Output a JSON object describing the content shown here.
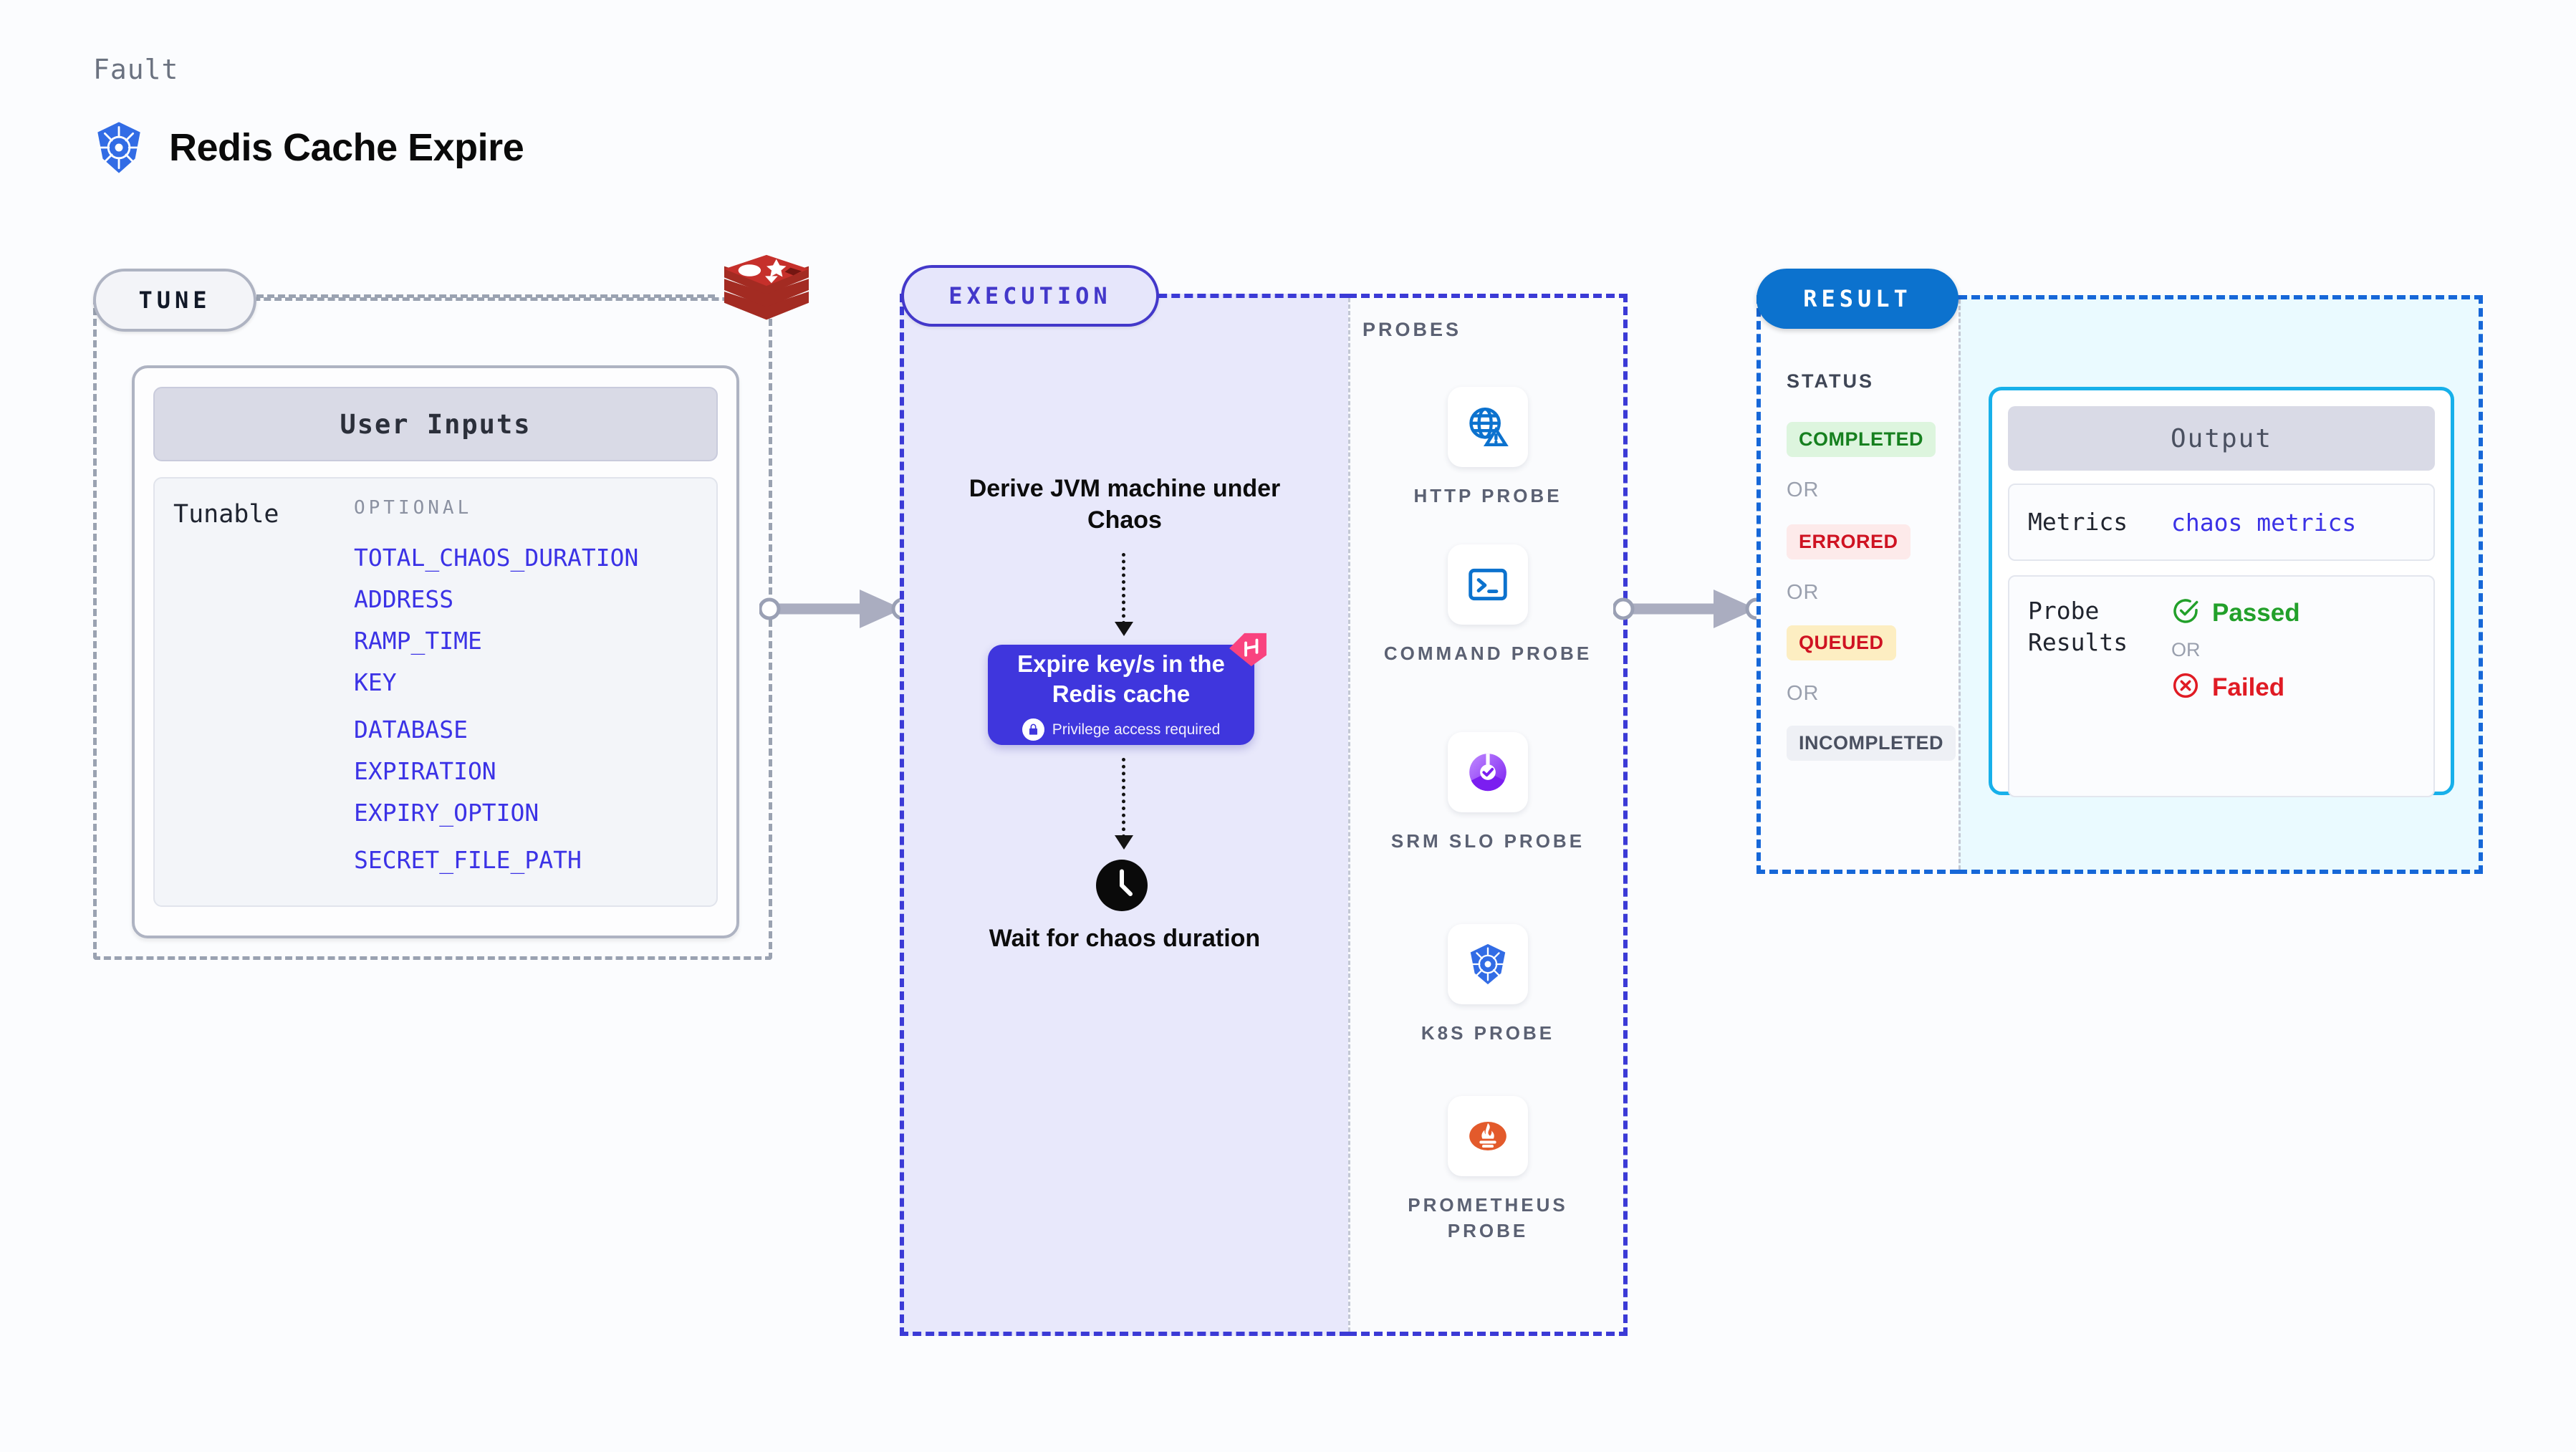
{
  "header": {
    "kicker": "Fault",
    "title": "Redis Cache Expire",
    "icon": "kubernetes-icon"
  },
  "tune": {
    "pill_label": "TUNE",
    "side_icon": "redis-logo-icon",
    "card": {
      "heading": "User Inputs",
      "row_label": "Tunable",
      "group_label": "OPTIONAL",
      "params": [
        "TOTAL_CHAOS_DURATION",
        "ADDRESS",
        "RAMP_TIME",
        "KEY",
        "DATABASE",
        "EXPIRATION",
        "EXPIRY_OPTION",
        "SECRET_FILE_PATH"
      ]
    }
  },
  "execution": {
    "pill_label": "EXECUTION",
    "step_derive": "Derive JVM machine under Chaos",
    "action": {
      "title": "Expire key/s in the Redis cache",
      "badge": "Privilege access required",
      "badge_icon": "lock-icon",
      "ribbon_icon": "harness-ribbon-icon",
      "color": "#3f36dd"
    },
    "wait": {
      "icon": "clock-icon",
      "title": "Wait for chaos duration"
    }
  },
  "probes": {
    "title": "PROBES",
    "items": [
      {
        "name": "HTTP PROBE",
        "icon": "globe-warning-icon"
      },
      {
        "name": "COMMAND PROBE",
        "icon": "terminal-icon"
      },
      {
        "name": "SRM SLO PROBE",
        "icon": "srm-slo-icon"
      },
      {
        "name": "K8S PROBE",
        "icon": "kubernetes-icon"
      },
      {
        "name": "PROMETHEUS PROBE",
        "icon": "prometheus-icon"
      }
    ]
  },
  "result": {
    "pill_label": "RESULT",
    "status_title": "STATUS",
    "or_label": "OR",
    "statuses": [
      {
        "label": "COMPLETED",
        "color": "#16801f",
        "bg": "#ddf5de"
      },
      {
        "label": "ERRORED",
        "color": "#cf1322",
        "bg": "#fdeaea"
      },
      {
        "label": "QUEUED",
        "color": "#cf1322",
        "bg": "#fdeec2"
      },
      {
        "label": "INCOMPLETED",
        "color": "#4a5060",
        "bg": "#eef0f5"
      }
    ],
    "output": {
      "heading": "Output",
      "metrics_key": "Metrics",
      "metrics_value": "chaos metrics",
      "probe_results_key": "Probe Results",
      "passed": "Passed",
      "failed": "Failed",
      "or_label": "OR",
      "passed_color": "#22a02a",
      "failed_color": "#e01b24"
    }
  }
}
